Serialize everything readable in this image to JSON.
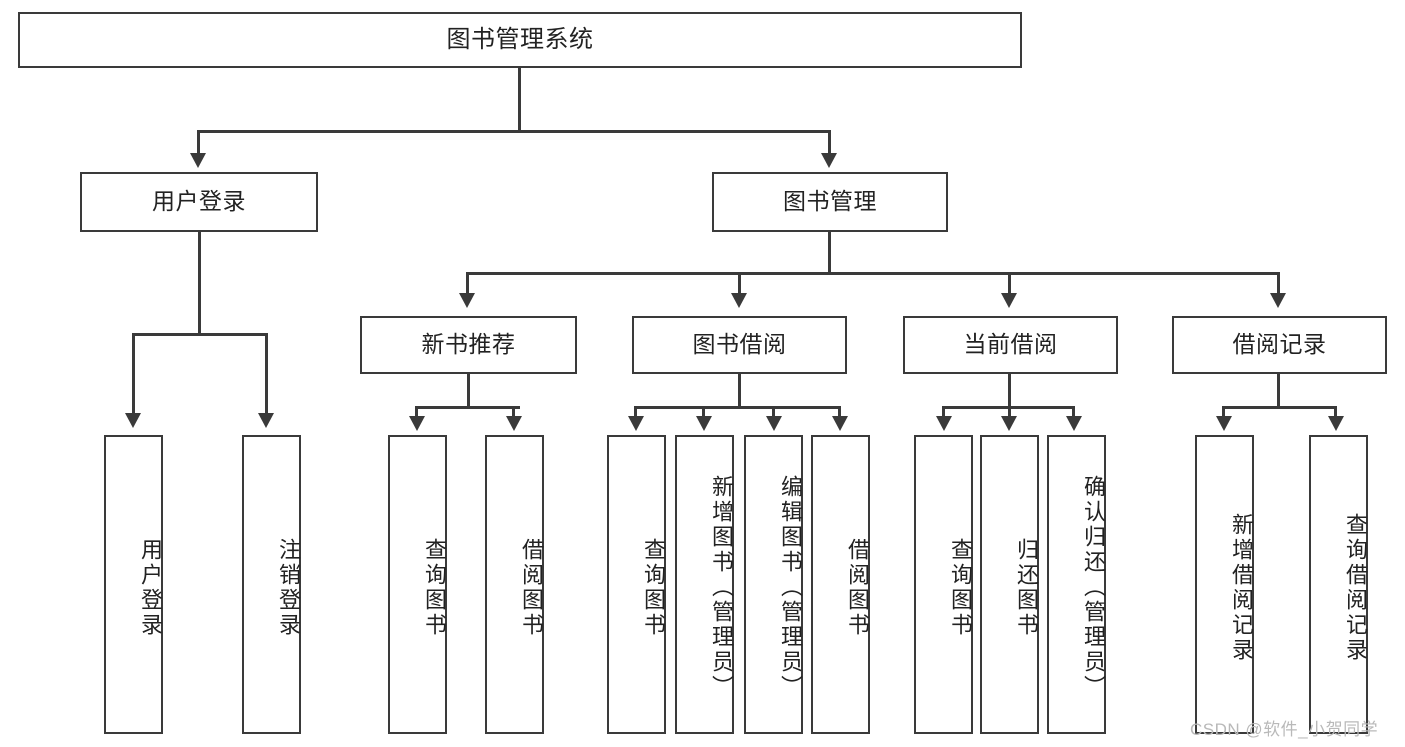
{
  "diagram": {
    "title_node": {
      "label": "图书管理系统"
    },
    "level2": [
      {
        "id": "user-login",
        "label": "用户登录"
      },
      {
        "id": "book-management",
        "label": "图书管理"
      }
    ],
    "level3": [
      {
        "id": "new-book-recommend",
        "label": "新书推荐"
      },
      {
        "id": "book-borrow",
        "label": "图书借阅"
      },
      {
        "id": "current-borrow",
        "label": "当前借阅"
      },
      {
        "id": "borrow-record",
        "label": "借阅记录"
      }
    ],
    "leaves": {
      "user_login": [
        {
          "id": "leaf-user-login",
          "label": "用户登录"
        },
        {
          "id": "leaf-logout-login",
          "label": "注销登录"
        }
      ],
      "new_book_recommend": [
        {
          "id": "leaf-query-book-1",
          "label": "查询图书"
        },
        {
          "id": "leaf-borrow-book-1",
          "label": "借阅图书"
        }
      ],
      "book_borrow": [
        {
          "id": "leaf-query-book-2",
          "label": "查询图书"
        },
        {
          "id": "leaf-add-book",
          "label": "新增图书（管理员）"
        },
        {
          "id": "leaf-edit-book",
          "label": "编辑图书（管理员）"
        },
        {
          "id": "leaf-borrow-book-2",
          "label": "借阅图书"
        }
      ],
      "current_borrow": [
        {
          "id": "leaf-query-book-3",
          "label": "查询图书"
        },
        {
          "id": "leaf-return-book",
          "label": "归还图书"
        },
        {
          "id": "leaf-confirm-return",
          "label": "确认归还（管理员）"
        }
      ],
      "borrow_record": [
        {
          "id": "leaf-add-borrow-record",
          "label": "新增借阅记录"
        },
        {
          "id": "leaf-query-borrow-record",
          "label": "查询借阅记录"
        }
      ]
    }
  },
  "watermark": {
    "text": "CSDN @软件_小贺同学"
  },
  "colors": {
    "stroke": "#3a3a3a",
    "background": "#ffffff",
    "text": "#222222",
    "watermark": "#b9b9b9"
  }
}
